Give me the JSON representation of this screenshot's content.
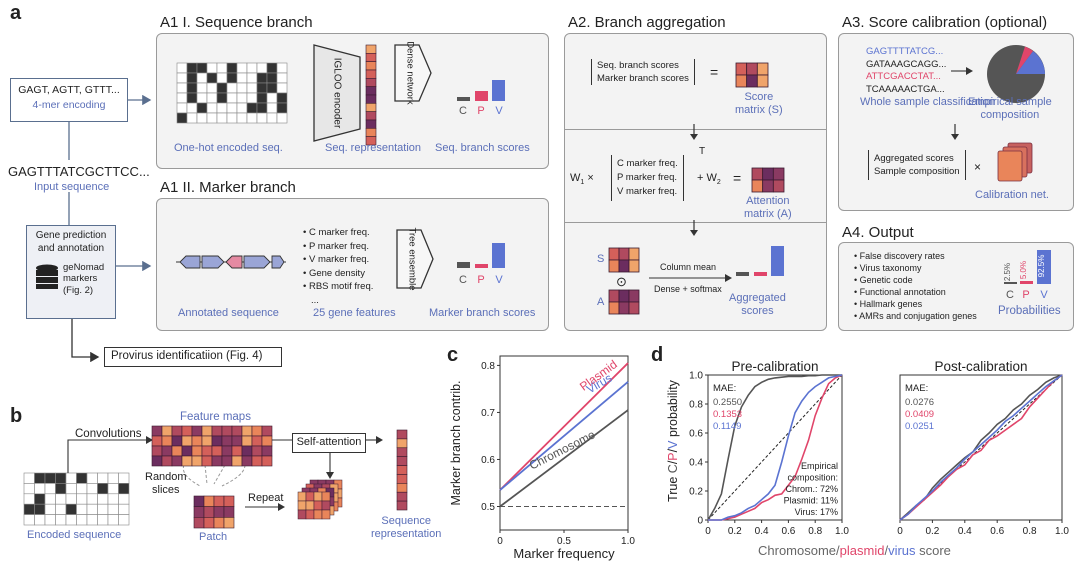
{
  "panel_letters": {
    "a": "a",
    "b": "b",
    "c": "c",
    "d": "d"
  },
  "a": {
    "input_box": {
      "kmers": "GAGT, AGTT, GTTT...",
      "encoding": "4-mer encoding"
    },
    "input_seq": "GAGTTTATCGCTTCC...",
    "input_seq_label": "Input sequence",
    "gene_box": {
      "title_line1": "Gene prediction",
      "title_line2": "and annotation",
      "markers_line1": "geNomad",
      "markers_line2": "markers",
      "markers_line3": "(Fig. 2)"
    },
    "provirus": "Provirus identificatiion (Fig. 4)",
    "a1_seq": {
      "title": "A1 I. Sequence branch",
      "encoder": "IGLOO encoder",
      "dense": "Dense network",
      "cap_onehot": "One-hot encoded seq.",
      "cap_rep": "Seq. representation",
      "cap_scores": "Seq. branch scores",
      "bars": [
        "C",
        "P",
        "V"
      ]
    },
    "a1_marker": {
      "title": "A1 II. Marker branch",
      "features": [
        "C marker freq.",
        "P marker freq.",
        "V marker freq.",
        "Gene density",
        "RBS motif freq.",
        "..."
      ],
      "tree": "Tree ensemble",
      "cap_annot": "Annotated sequence",
      "cap_features": "25 gene features",
      "cap_scores": "Marker branch scores",
      "bars": [
        "C",
        "P",
        "V"
      ]
    },
    "a2": {
      "title": "A2. Branch aggregation",
      "m1_line1": "Seq. branch scores",
      "m1_line2": "Marker branch scores",
      "eq": "=",
      "score_cap_1": "Score",
      "score_cap_2": "matrix (S)",
      "w1": "W",
      "w1_sub": "1",
      "times": "×",
      "freqs": [
        "C marker freq.",
        "P marker freq.",
        "V marker freq."
      ],
      "transpose": "T",
      "plus_w2": "+ W",
      "w2_sub": "2",
      "att_cap_1": "Attention",
      "att_cap_2": "matrix (A)",
      "s_label": "S",
      "a_label": "A",
      "odot": "⊙",
      "col_mean": "Column mean",
      "dense_softmax": "Dense + softmax",
      "agg_cap_1": "Aggregated",
      "agg_cap_2": "scores",
      "bars": [
        "C",
        "P",
        "V"
      ]
    },
    "a3": {
      "title": "A3. Score calibration (optional)",
      "seqs": [
        "GAGTTTTATCG...",
        "GATAAAGCAGG...",
        "ATTCGACCTAT...",
        "TCAAAAACTGA..."
      ],
      "cap_whole": "Whole sample classification",
      "cap_emp_1": "Empirical sample",
      "cap_emp_2": "composition",
      "agg_line1": "Aggregated scores",
      "agg_line2": "Sample composition",
      "times": "×",
      "cap_calib": "Calibration net."
    },
    "a4": {
      "title": "A4. Output",
      "items": [
        "False discovery rates",
        "Virus taxonomy",
        "Genetic code",
        "Functional annotation",
        "Hallmark genes",
        "AMRs and conjugation genes"
      ],
      "vals": [
        "2.5%",
        "5.0%",
        "92.5%"
      ],
      "bars": [
        "C",
        "P",
        "V"
      ],
      "cap": "Probabilities"
    }
  },
  "b": {
    "encoded": "Encoded sequence",
    "convolutions": "Convolutions",
    "feature_maps": "Feature maps",
    "random_1": "Random",
    "random_2": "slices",
    "patch": "Patch",
    "repeat": "Repeat",
    "self_attention": "Self-attention",
    "seqrep_1": "Sequence",
    "seqrep_2": "representation"
  },
  "colors": {
    "chromosome": "#555555",
    "plasmid": "#e0456a",
    "virus": "#5b73d1",
    "caption_blue": "#5b6fb8",
    "orange": "#e9855a",
    "purple": "#6b2d5f"
  },
  "chart_data": [
    {
      "type": "line",
      "panel": "c",
      "xlabel": "Marker frequency",
      "ylabel": "Marker branch contrib.",
      "xlim": [
        0,
        1.0
      ],
      "ylim": [
        0.45,
        0.82
      ],
      "xticks": [
        0,
        0.5,
        1.0
      ],
      "xtick_labels": [
        "0",
        "0.5",
        "1.0"
      ],
      "yticks": [
        0.5,
        0.6,
        0.7,
        0.8
      ],
      "ytick_labels": [
        "0.5",
        "0.6",
        "0.7",
        "0.8"
      ],
      "reference_line": {
        "y": 0.5,
        "style": "dashed"
      },
      "x": [
        0,
        1.0
      ],
      "series": [
        {
          "name": "Plasmid",
          "values": [
            0.535,
            0.805
          ]
        },
        {
          "name": "Virus",
          "values": [
            0.535,
            0.765
          ]
        },
        {
          "name": "Chromosome",
          "values": [
            0.5,
            0.705
          ]
        }
      ]
    },
    {
      "type": "line",
      "panel": "d-left",
      "title": "Pre-calibration",
      "ylabel": "True C/P/V probability",
      "xlim": [
        0,
        1.0
      ],
      "ylim": [
        0,
        1.0
      ],
      "xticks": [
        0,
        0.2,
        0.4,
        0.6,
        0.8,
        1.0
      ],
      "xtick_labels": [
        "0",
        "0.2",
        "0.4",
        "0.6",
        "0.8",
        "1.0"
      ],
      "yticks": [
        0,
        0.2,
        0.4,
        0.6,
        0.8,
        1.0
      ],
      "ytick_labels": [
        "0",
        "0.2",
        "0.4",
        "0.6",
        "0.8",
        "1.0"
      ],
      "mae_label": "MAE:",
      "mae": [
        "0.2550",
        "0.1353",
        "0.1149"
      ],
      "annotation": [
        "Empirical",
        "composition:",
        "Chrom.: 72%",
        "Plasmid: 11%",
        "Virus: 17%"
      ],
      "x": [
        0,
        0.05,
        0.1,
        0.15,
        0.2,
        0.25,
        0.3,
        0.35,
        0.4,
        0.45,
        0.5,
        0.55,
        0.6,
        0.65,
        0.7,
        0.75,
        0.8,
        0.85,
        0.9,
        0.95,
        1.0
      ],
      "series": [
        {
          "name": "Chromosome",
          "values": [
            0.0,
            0.08,
            0.18,
            0.42,
            0.65,
            0.78,
            0.86,
            0.92,
            0.95,
            0.97,
            0.98,
            0.985,
            0.99,
            0.99,
            0.99,
            0.995,
            0.995,
            1.0,
            1.0,
            1.0,
            1.0
          ]
        },
        {
          "name": "Plasmid",
          "values": [
            0.0,
            0.0,
            0.0,
            0.01,
            0.02,
            0.04,
            0.06,
            0.08,
            0.12,
            0.14,
            0.17,
            0.18,
            0.24,
            0.3,
            0.42,
            0.55,
            0.72,
            0.84,
            0.94,
            0.98,
            1.0
          ]
        },
        {
          "name": "Virus",
          "values": [
            0.0,
            0.0,
            0.0,
            0.02,
            0.03,
            0.05,
            0.08,
            0.1,
            0.14,
            0.18,
            0.24,
            0.4,
            0.58,
            0.74,
            0.82,
            0.88,
            0.92,
            0.95,
            0.98,
            0.99,
            1.0
          ]
        }
      ]
    },
    {
      "type": "line",
      "panel": "d-right",
      "title": "Post-calibration",
      "xlabel_parts": [
        "Chromosome/",
        "plasmid",
        "/",
        "virus",
        " score"
      ],
      "xlim": [
        0,
        1.0
      ],
      "ylim": [
        0,
        1.0
      ],
      "xticks": [
        0,
        0.2,
        0.4,
        0.6,
        0.8,
        1.0
      ],
      "xtick_labels": [
        "0",
        "0.2",
        "0.4",
        "0.6",
        "0.8",
        "1.0"
      ],
      "mae_label": "MAE:",
      "mae": [
        "0.0276",
        "0.0409",
        "0.0251"
      ],
      "x": [
        0,
        0.05,
        0.1,
        0.15,
        0.2,
        0.25,
        0.3,
        0.35,
        0.4,
        0.45,
        0.5,
        0.55,
        0.6,
        0.65,
        0.7,
        0.75,
        0.8,
        0.85,
        0.9,
        0.95,
        1.0
      ],
      "series": [
        {
          "name": "Chromosome",
          "values": [
            0.0,
            0.05,
            0.1,
            0.14,
            0.22,
            0.28,
            0.33,
            0.38,
            0.43,
            0.47,
            0.55,
            0.6,
            0.66,
            0.7,
            0.76,
            0.8,
            0.86,
            0.9,
            0.95,
            0.98,
            1.0
          ]
        },
        {
          "name": "Plasmid",
          "values": [
            0.0,
            0.04,
            0.09,
            0.14,
            0.19,
            0.24,
            0.3,
            0.35,
            0.38,
            0.45,
            0.48,
            0.55,
            0.58,
            0.62,
            0.66,
            0.7,
            0.78,
            0.84,
            0.9,
            0.96,
            1.0
          ]
        },
        {
          "name": "Virus",
          "values": [
            0.0,
            0.04,
            0.1,
            0.15,
            0.2,
            0.26,
            0.31,
            0.36,
            0.42,
            0.47,
            0.52,
            0.57,
            0.62,
            0.68,
            0.72,
            0.77,
            0.82,
            0.87,
            0.92,
            0.96,
            1.0
          ]
        }
      ]
    }
  ]
}
